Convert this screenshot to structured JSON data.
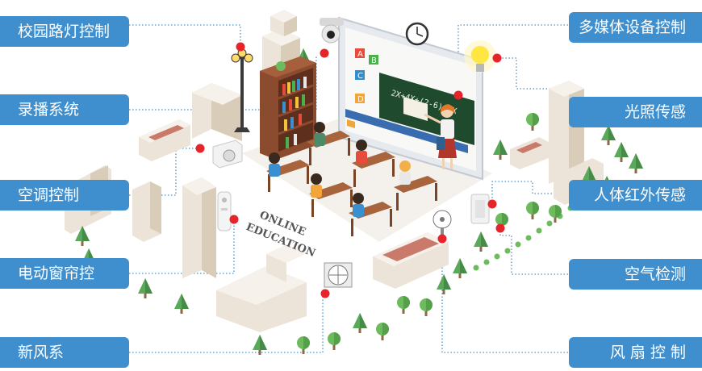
{
  "labels_left": [
    "校园路灯控制",
    "录播系统",
    "空调控制",
    "电动窗帘控",
    "新风系"
  ],
  "labels_right": [
    "多媒体设备控制",
    "光照传感",
    "人体红外传感",
    "空气检测",
    "风 扇 控 制"
  ],
  "board": {
    "options": [
      "A",
      "B",
      "C",
      "D"
    ],
    "equation": "2X+4X+(2-6)=3X"
  },
  "floor_text": [
    "ONLINE",
    "EDUCATION"
  ],
  "colors": {
    "label_bg": "#3f8fcf",
    "dot": "#e8242b",
    "connector": "#4a90c8",
    "board_green": "#1f4a2e",
    "tree": "#5aa85a"
  }
}
